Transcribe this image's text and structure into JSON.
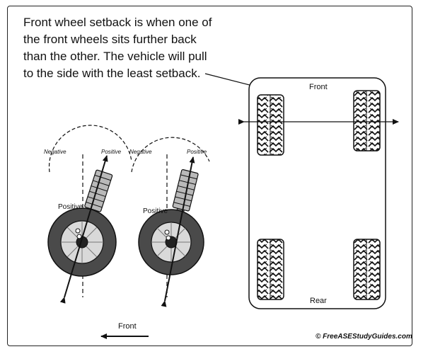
{
  "caption": {
    "line1": "Front wheel setback is when one of",
    "line2": "the front wheels sits further back",
    "line3": "than the other. The vehicle will pull",
    "line4": "to the side with the least setback."
  },
  "vehicle_diagram": {
    "front_label": "Front",
    "rear_label": "Rear"
  },
  "camber_diagram": {
    "left": {
      "negative_label": "Negative",
      "positive_label": "Positive",
      "angle_label": "Positive"
    },
    "right": {
      "negative_label": "Negative",
      "positive_label": "Positive",
      "angle_label": "Positive"
    }
  },
  "direction": {
    "front_label": "Front"
  },
  "credit": "© FreeASEStudyGuides.com",
  "colors": {
    "line": "#111111",
    "tire": "#4a4a4a",
    "rim": "#d9d9d9"
  }
}
